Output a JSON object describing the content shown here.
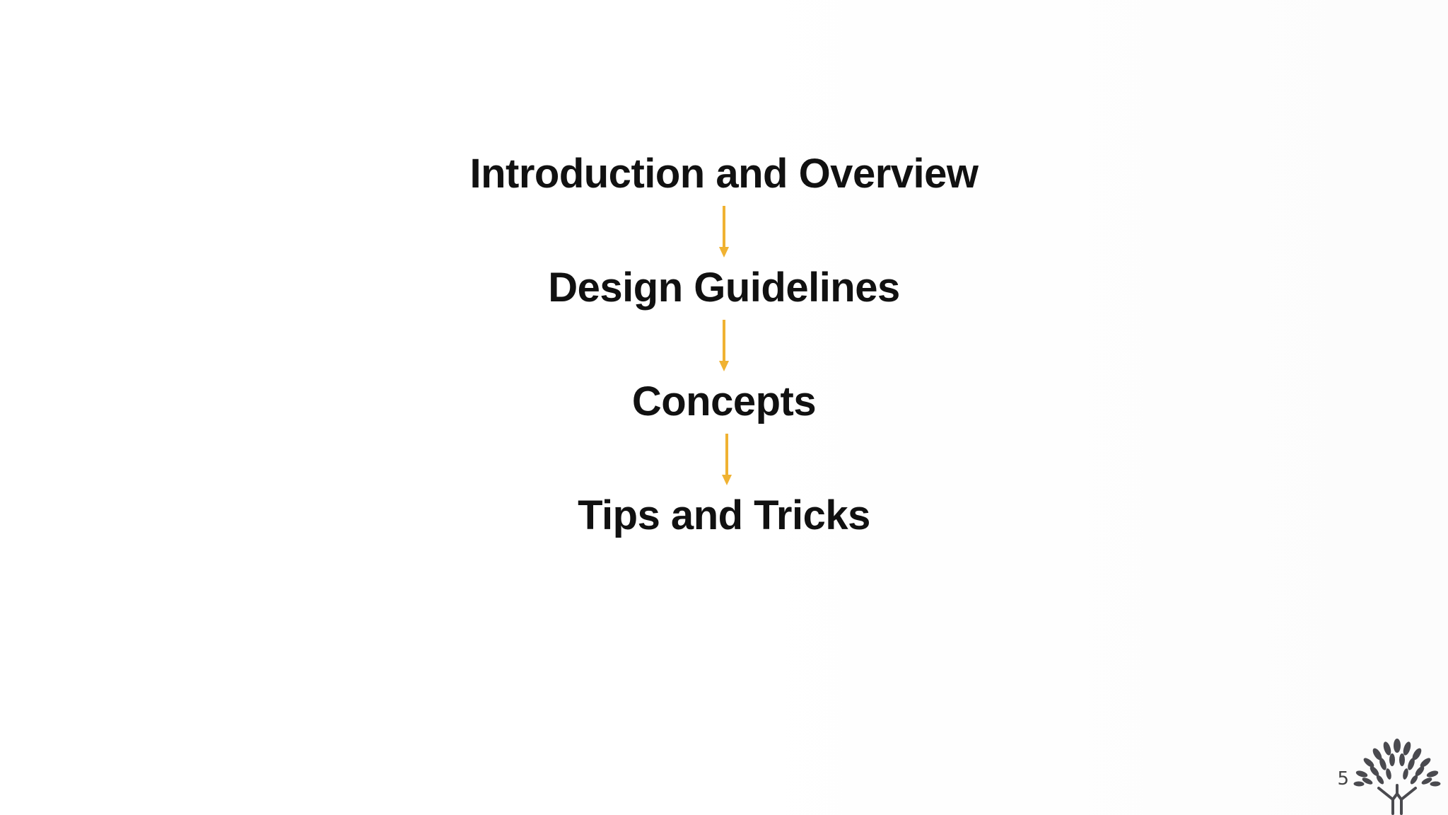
{
  "slide": {
    "steps": [
      "Introduction and Overview",
      "Design Guidelines",
      "Concepts",
      "Tips and Tricks"
    ],
    "page_number": "5"
  },
  "colors": {
    "background": "#ffffff",
    "text": "#111111",
    "arrow": "#f0b232",
    "logo": "#4a4a4f"
  },
  "icons": {
    "connector": "down-arrow-icon",
    "logo": "tree-logo-icon"
  }
}
